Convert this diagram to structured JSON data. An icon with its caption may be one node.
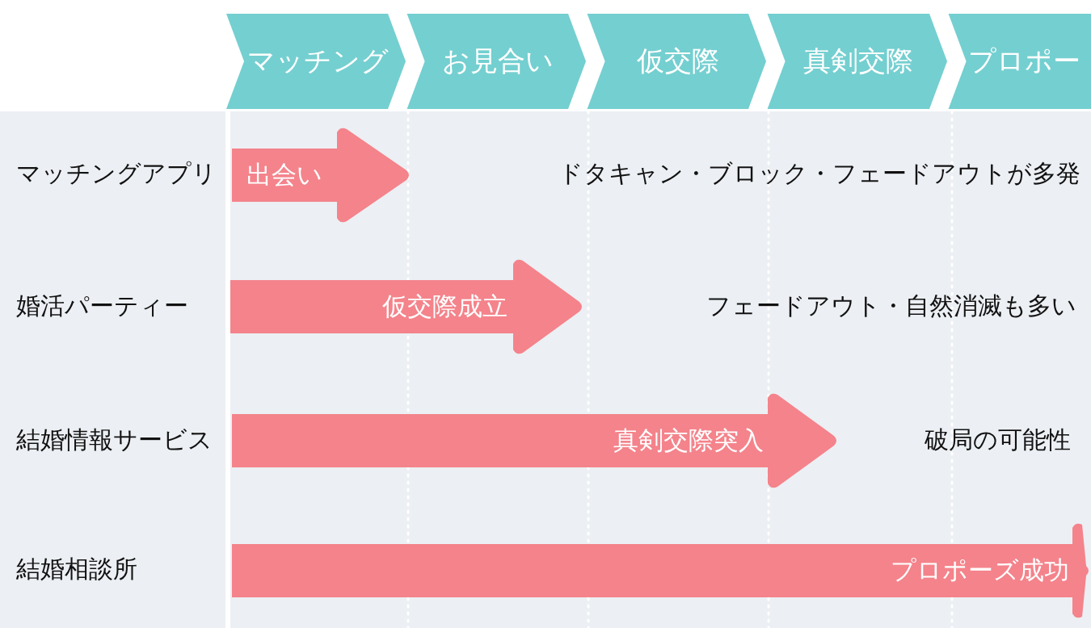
{
  "diagram": {
    "nodes": [
      {
        "text": [
          "マッチング"
        ]
      },
      {
        "text": [
          "お見合い"
        ]
      },
      {
        "text": [
          "仮交際"
        ]
      },
      {
        "text": [
          "真剣交際"
        ]
      },
      {
        "text": [
          "プロポー"
        ]
      },
      {
        "text": [
          "出会い"
        ]
      },
      {
        "text": [
          "仮交際成立"
        ]
      },
      {
        "text": [
          "真剣交際突入"
        ]
      },
      {
        "text": [
          "プロポーズ成功"
        ]
      }
    ],
    "labels": [
      "マッチングアプリ",
      "ドタキャン・ブロック・フェードアウトが多発",
      "婚活パーティー",
      "フェードアウト・自然消滅も多い",
      "結婚情報サービス",
      "破局の可能性",
      "結婚相談所"
    ]
  }
}
